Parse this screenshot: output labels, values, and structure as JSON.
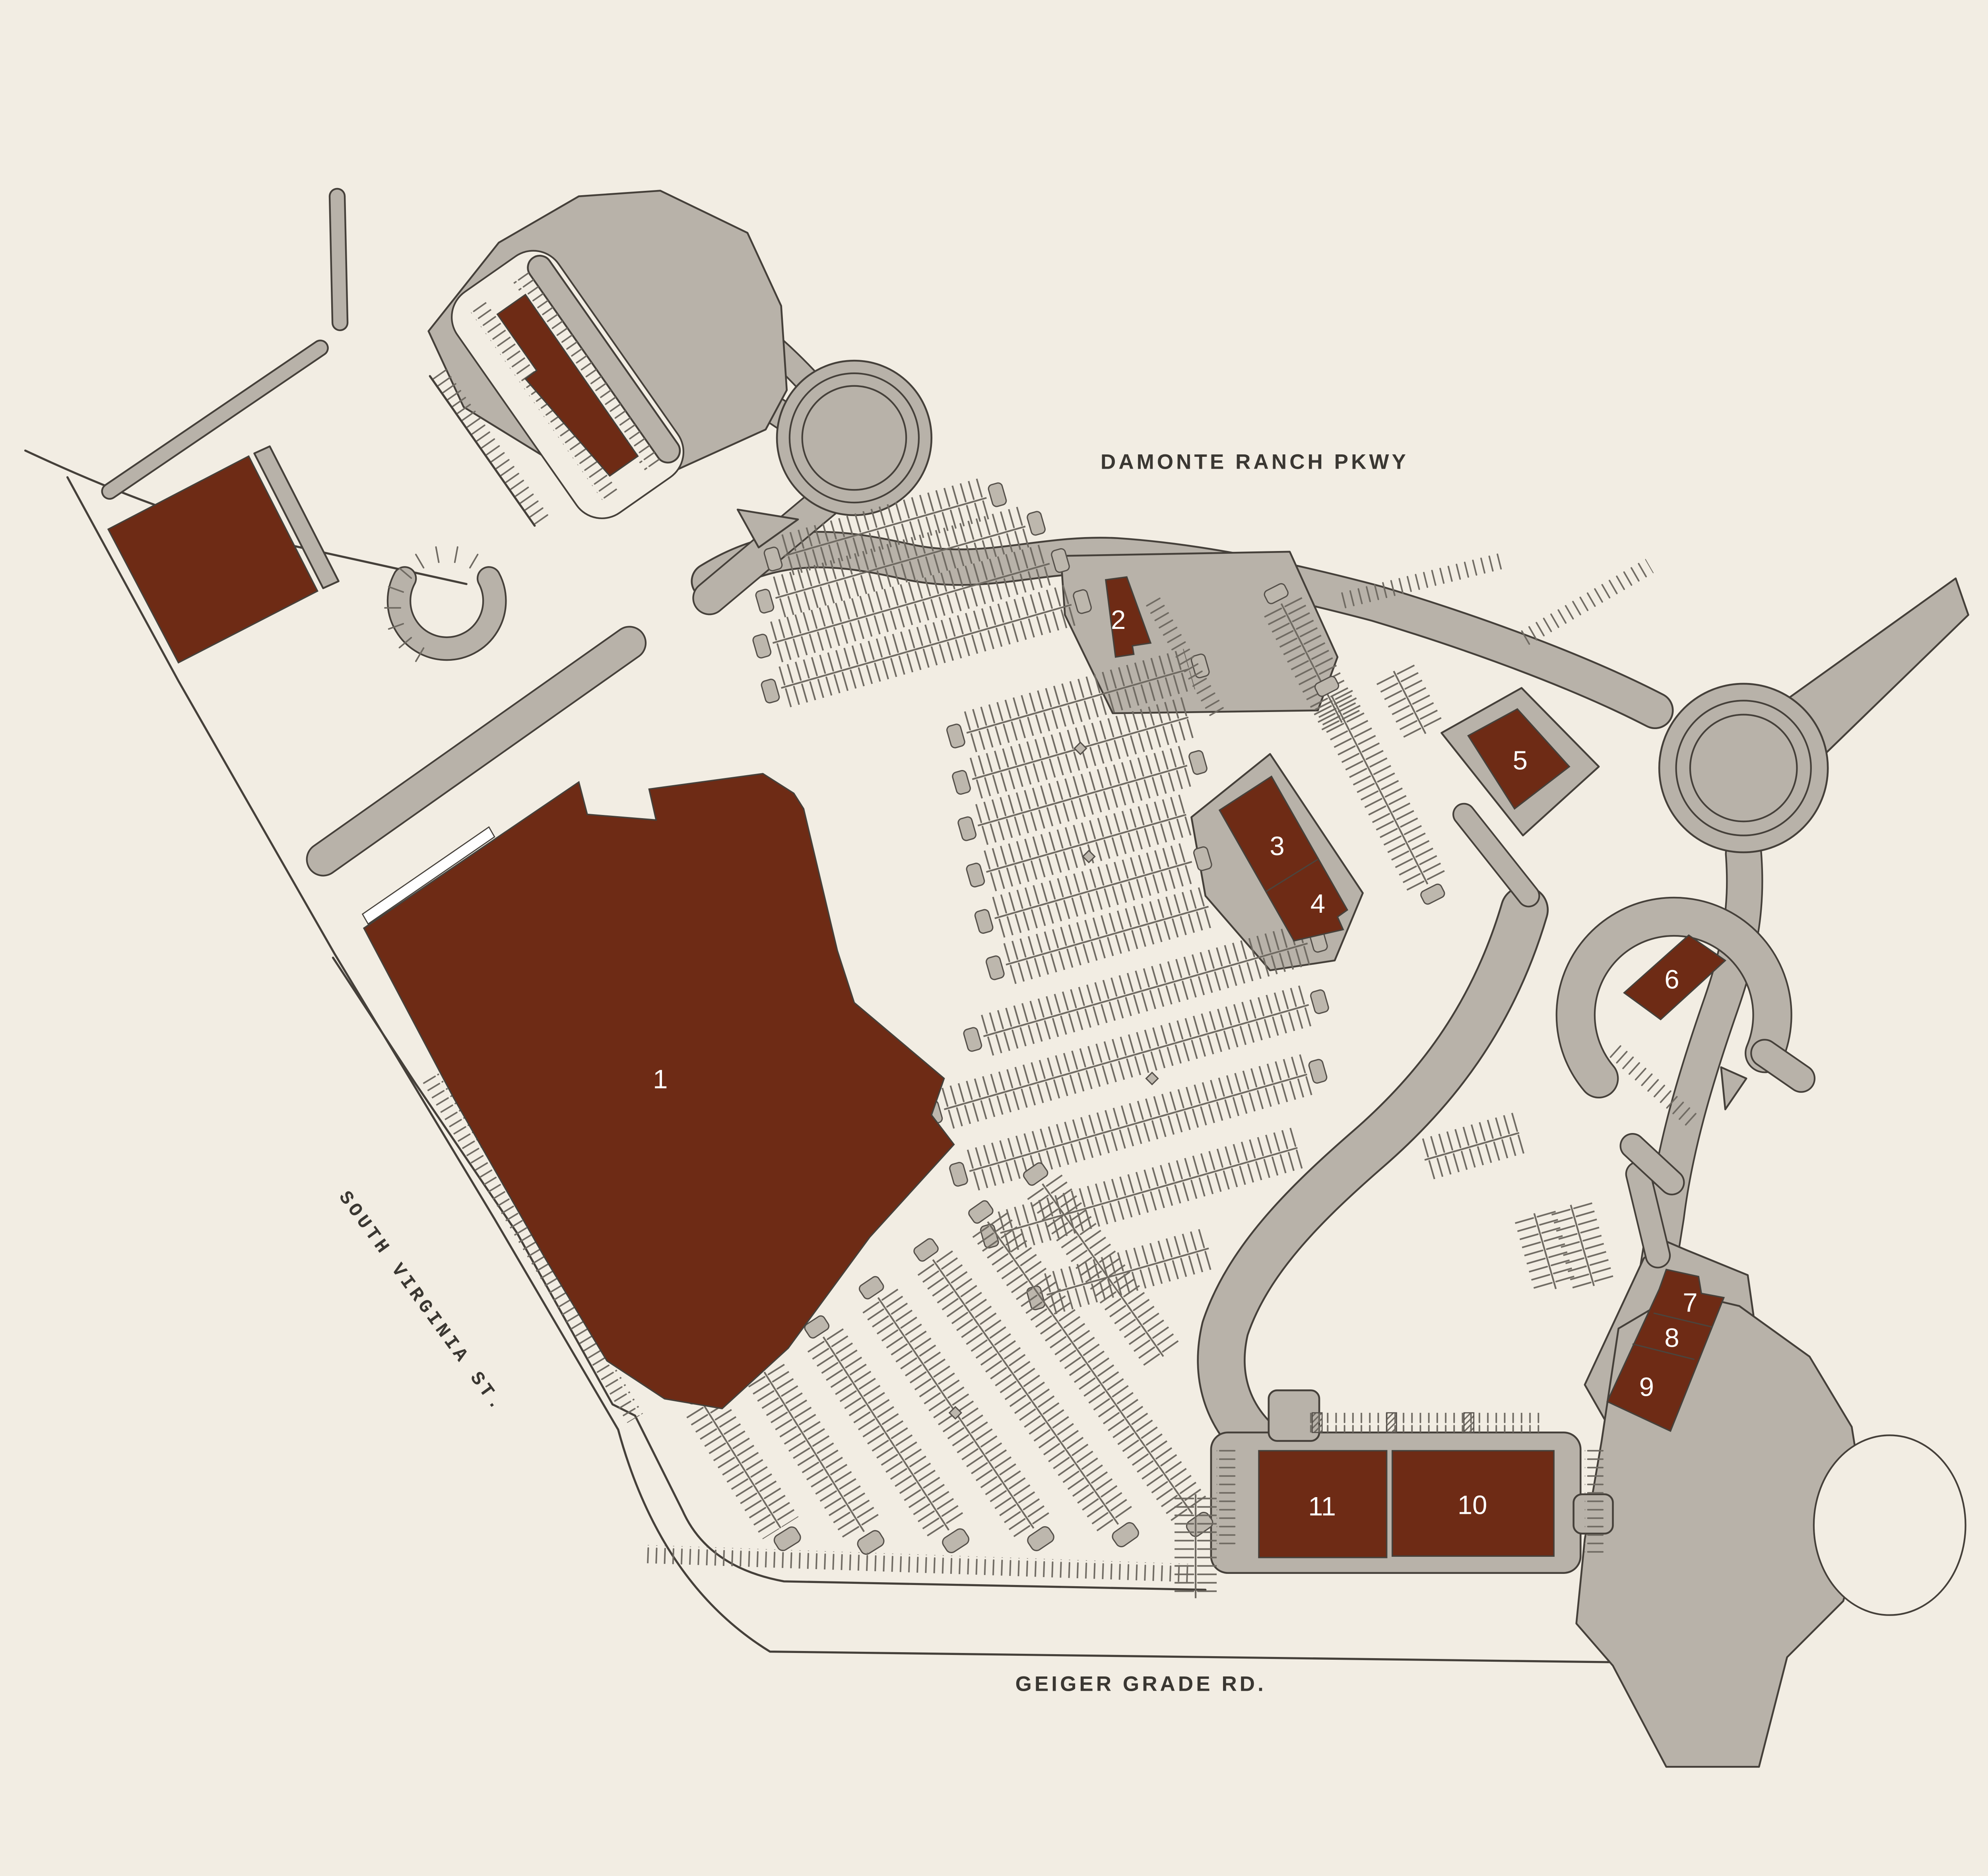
{
  "map": {
    "background_color": "#f2ede3",
    "road_color": "#b8b2a9",
    "building_color": "#6e2b15",
    "label_color": "#3a3732",
    "streets": [
      {
        "id": "damonte-ranch-pkwy",
        "label": "DAMONTE RANCH PKWY"
      },
      {
        "id": "south-virginia-st",
        "label": "SOUTH VIRGINIA ST."
      },
      {
        "id": "geiger-grade-rd",
        "label": "GEIGER GRADE RD."
      }
    ],
    "buildings": [
      {
        "id": "1",
        "label": "1"
      },
      {
        "id": "2",
        "label": "2"
      },
      {
        "id": "3",
        "label": "3"
      },
      {
        "id": "4",
        "label": "4"
      },
      {
        "id": "5",
        "label": "5"
      },
      {
        "id": "6",
        "label": "6"
      },
      {
        "id": "7",
        "label": "7"
      },
      {
        "id": "8",
        "label": "8"
      },
      {
        "id": "9",
        "label": "9"
      },
      {
        "id": "10",
        "label": "10"
      },
      {
        "id": "11",
        "label": "11"
      }
    ]
  }
}
